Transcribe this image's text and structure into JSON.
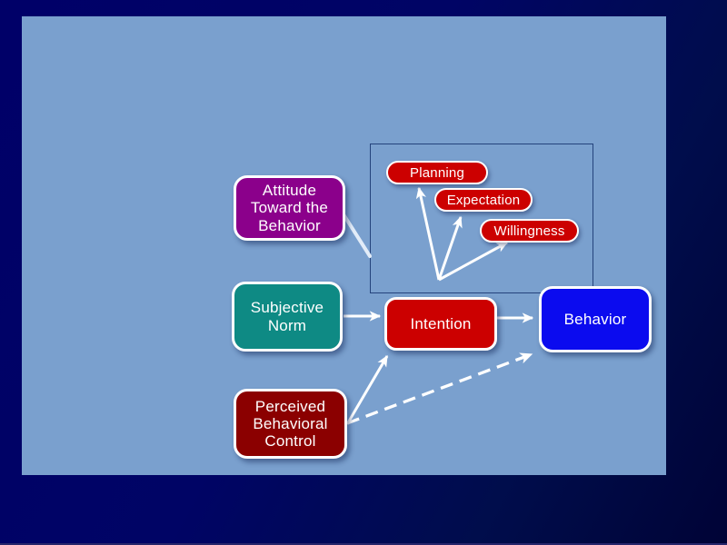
{
  "slide": {
    "background_color": "#7aa0ce",
    "frame_top_color": "#000066",
    "frame_bottom_color": "#000338",
    "bottom_edge_color": "#26266b",
    "panel_border_color": "#24437c",
    "arrow_color": "#ffffff",
    "text_color": "#ffffff"
  },
  "nodes": {
    "attitude": {
      "label": "Attitude\nToward the\nBehavior",
      "color": "#8b008b"
    },
    "subjective_norm": {
      "label": "Subjective\nNorm",
      "color": "#0e8a84"
    },
    "perceived_behavioral_control": {
      "label": "Perceived\nBehavioral\nControl",
      "color": "#8b0000"
    },
    "intention": {
      "label": "Intention",
      "color": "#cc0000"
    },
    "behavior": {
      "label": "Behavior",
      "color": "#0b0bef"
    },
    "planning": {
      "label": "Planning",
      "color": "#cc0000"
    },
    "expectation": {
      "label": "Expectation",
      "color": "#cc0000"
    },
    "willingness": {
      "label": "Willingness",
      "color": "#cc0000"
    }
  },
  "edges": [
    {
      "from": "attitude",
      "to": "outcomes_panel",
      "style": "solid_line"
    },
    {
      "from": "intention",
      "to": "planning",
      "style": "solid_arrow"
    },
    {
      "from": "intention",
      "to": "expectation",
      "style": "solid_arrow"
    },
    {
      "from": "intention",
      "to": "willingness",
      "style": "solid_arrow"
    },
    {
      "from": "subjective_norm",
      "to": "intention",
      "style": "solid_arrow"
    },
    {
      "from": "perceived_behavioral_control",
      "to": "intention",
      "style": "solid_arrow"
    },
    {
      "from": "intention",
      "to": "behavior",
      "style": "solid_arrow"
    },
    {
      "from": "perceived_behavioral_control",
      "to": "behavior",
      "style": "dashed_arrow"
    }
  ]
}
